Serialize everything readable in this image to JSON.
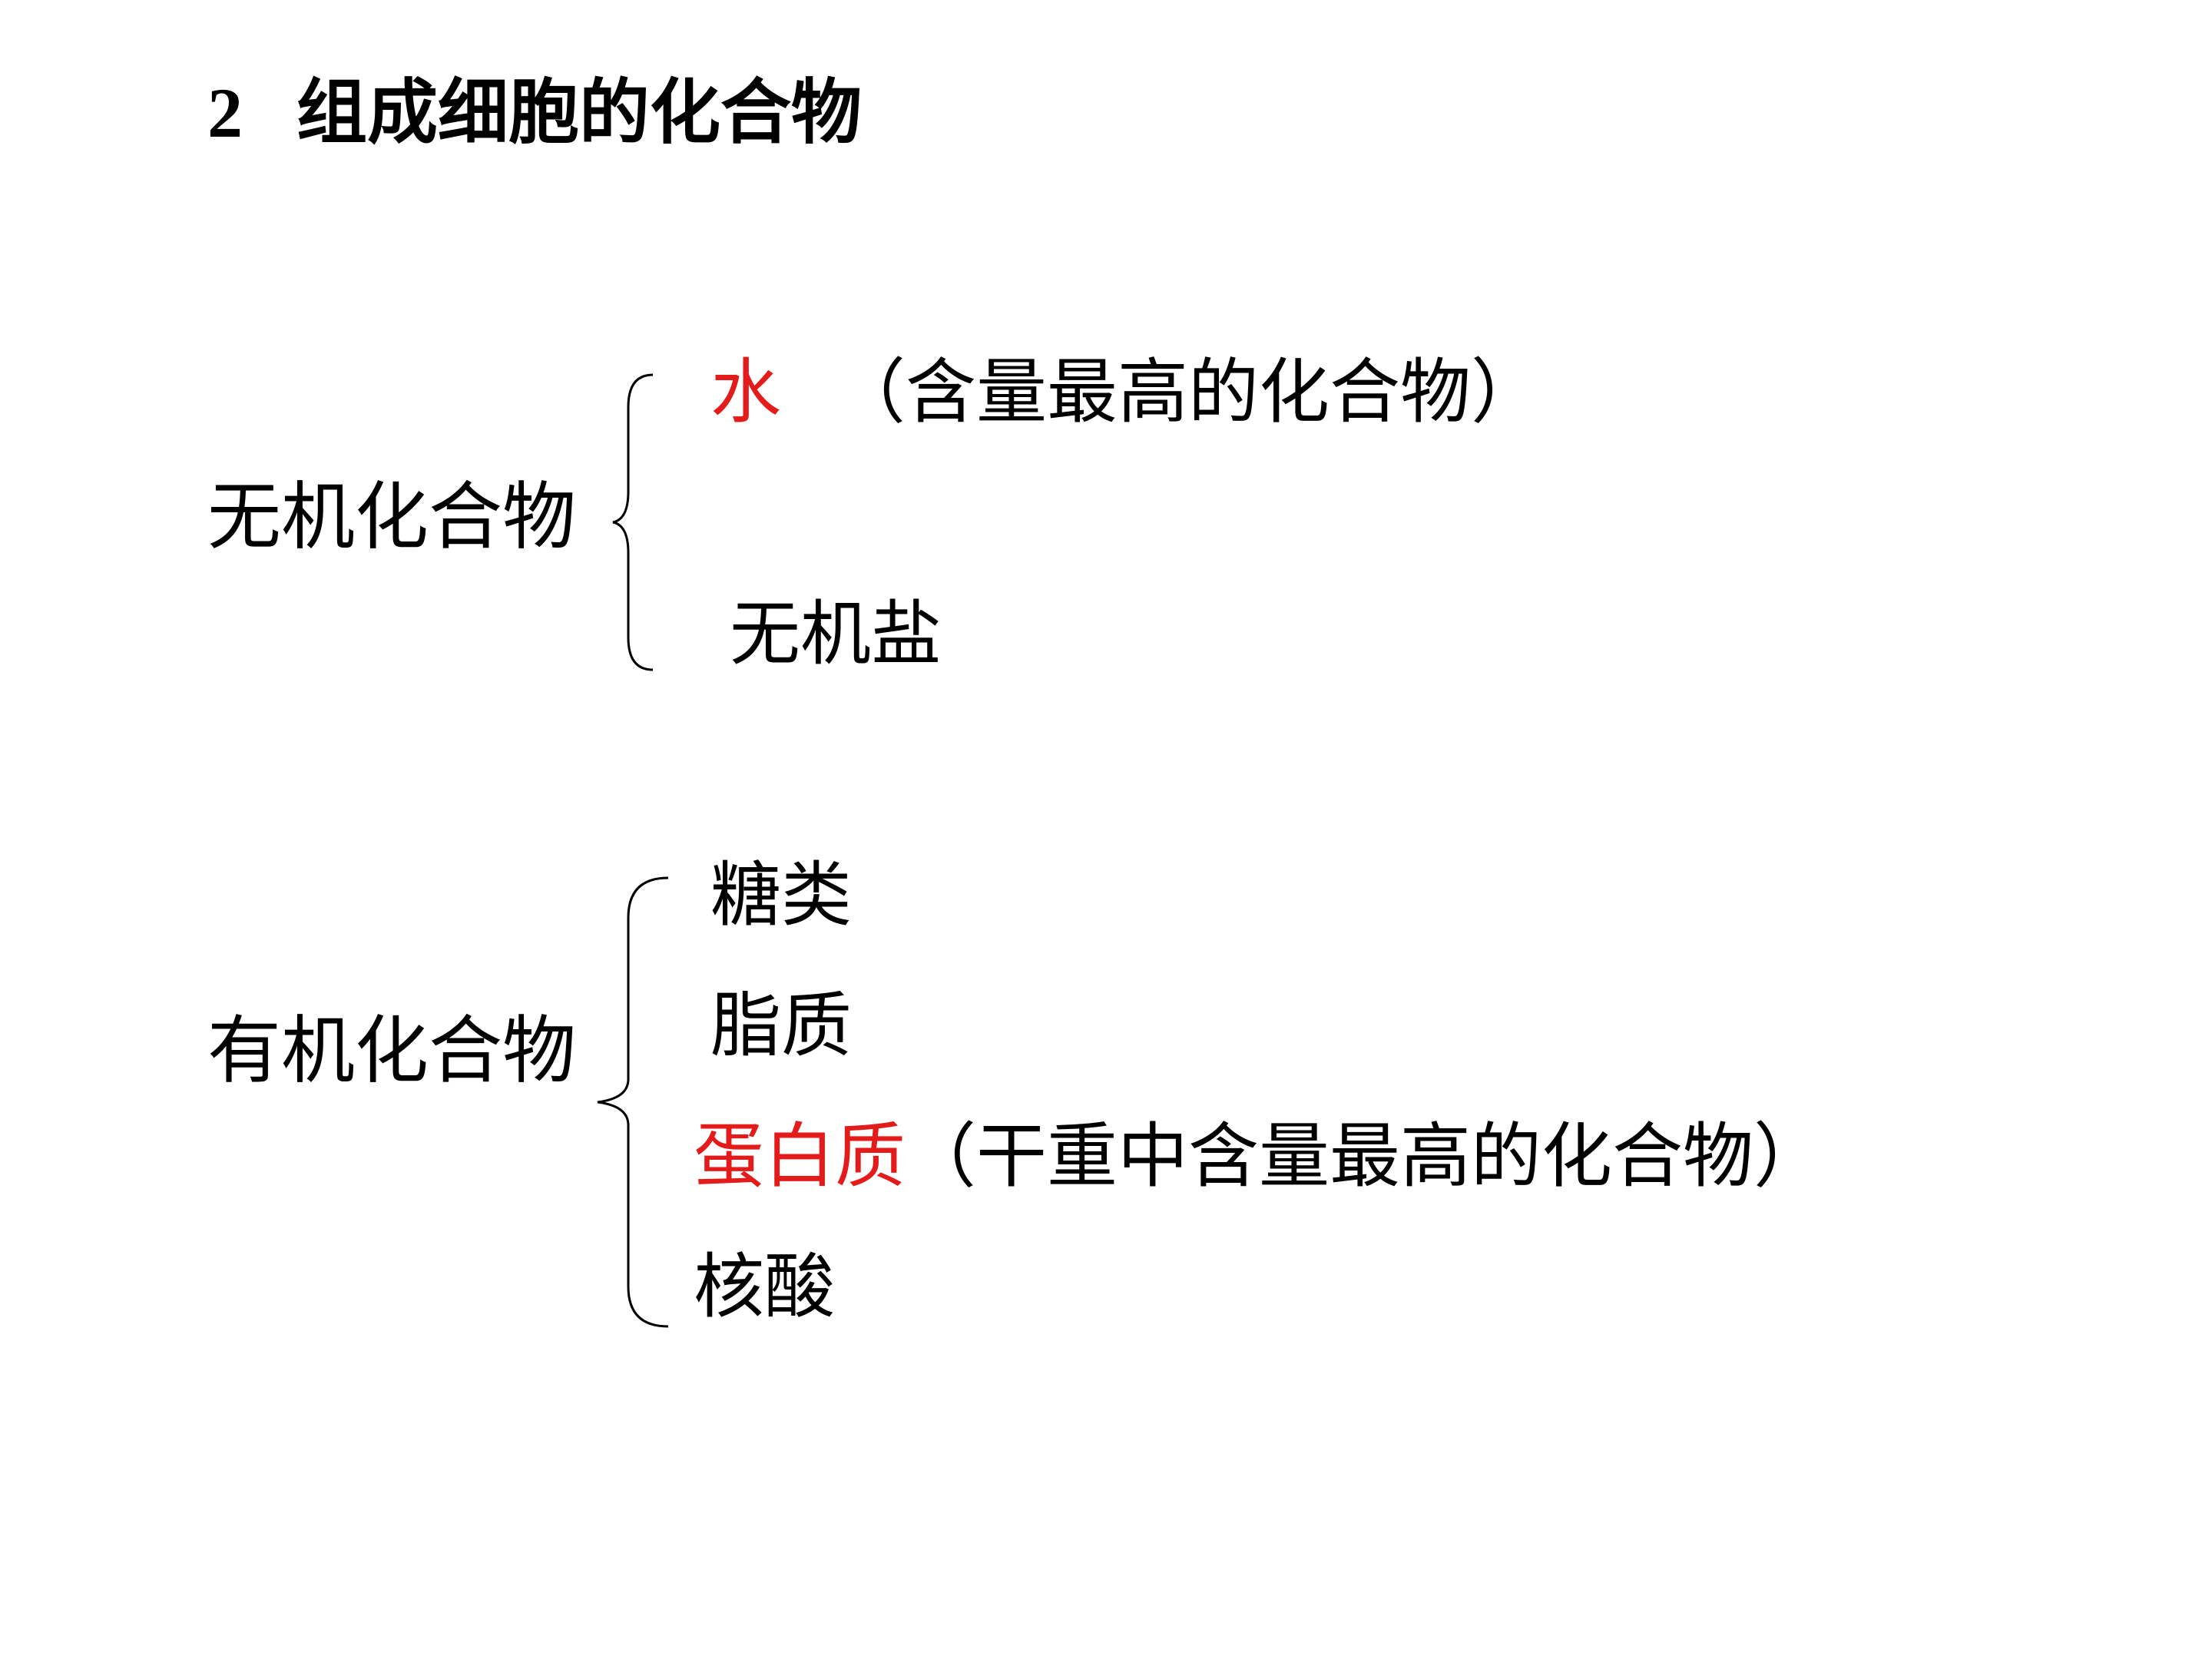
{
  "title": {
    "number": "2",
    "text": "组成细胞的化合物"
  },
  "inorganic": {
    "label": "无机化合物",
    "items": [
      {
        "name": "水",
        "note": "（含量最高的化合物）"
      },
      {
        "name": "无机盐",
        "note": ""
      }
    ]
  },
  "organic": {
    "label": "有机化合物",
    "items": [
      {
        "name": "糖类",
        "note": ""
      },
      {
        "name": "脂质",
        "note": ""
      },
      {
        "name": "蛋白质",
        "note": "（干重中含量最高的化合物）"
      },
      {
        "name": "核酸",
        "note": ""
      }
    ]
  },
  "colors": {
    "highlight": "#e31b1b",
    "text": "#000000",
    "background": "#ffffff"
  }
}
